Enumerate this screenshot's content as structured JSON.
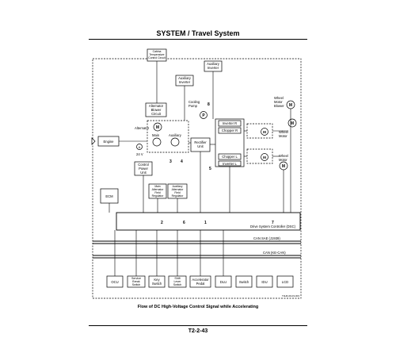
{
  "header": {
    "title": "SYSTEM / Travel System"
  },
  "diagram": {
    "labels": {
      "cabin_temp": [
        "Cabina",
        "Temperature",
        "Control Circuit"
      ],
      "aux_inverter_top": [
        "Auxiliary",
        "Inverter"
      ],
      "aux_inverter_mid": [
        "Auxiliary",
        "Inverter"
      ],
      "wheel_motor_blower": [
        "Wheel",
        "Motor",
        "Blower"
      ],
      "alternator_blower_circuit": [
        "Alternator",
        "Blower",
        "Circuit"
      ],
      "cooling_pump": [
        "Cooling",
        "Pump"
      ],
      "alternator": "Alternator",
      "main": "Main",
      "auxiliary": "Auxiliary",
      "rectifier_unit": [
        "Rectifier",
        "Unit"
      ],
      "inverter_r": "Inverter R",
      "chopper_r": "Chopper R",
      "chopper_l": "Chopper L",
      "inverter_l": "Inverter L",
      "wheel_motor_r": [
        "Wheel",
        "Motor"
      ],
      "wheel_motor_l": [
        "Wheel",
        "Motor"
      ],
      "engine": "Engine",
      "v24": "24 V",
      "control_power_unit": [
        "Control",
        "Power",
        "Unit"
      ],
      "main_alt_field": [
        "Main",
        "Alternator",
        "Field",
        "Regulator"
      ],
      "aux_alt_field": [
        "Auxiliary",
        "Alternator",
        "Field",
        "Regulator"
      ],
      "ecm": "ECM",
      "dsc": "Drive System Controller (DSC)",
      "can_sae": "CAN SAE (J1939)",
      "can_ke": "CAN (KE-CAN)",
      "ocu": "OCU",
      "service_brake_switch": [
        "Service",
        "Break",
        "Switch"
      ],
      "key_switch": [
        "Key",
        "Switch"
      ],
      "shift_lever_switch": [
        "Shift",
        "Lever",
        "Switch"
      ],
      "accelerator_pedal": [
        "Accelerator",
        "Pedal"
      ],
      "dlu": "DLU",
      "switch": "Switch",
      "idu": "IDU",
      "lcd": "LCD",
      "fig_id": "T4H6-09-03-003"
    },
    "numbers": {
      "n1": "1",
      "n2": "2",
      "n3": "3",
      "n4": "4",
      "n5": "5",
      "n6": "6",
      "n7": "7",
      "n8": "8"
    },
    "symbols": {
      "m": "M",
      "p": "P",
      "a": "A"
    }
  },
  "caption": "Flow of DC High-Voltage Control Signal while Accelerating",
  "page_number": "T2-2-43"
}
